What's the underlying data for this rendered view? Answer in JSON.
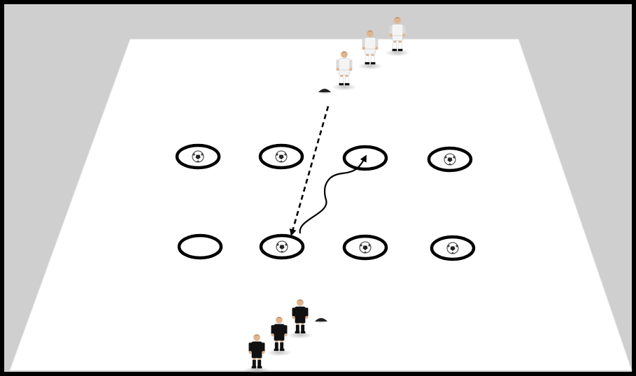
{
  "diagram": {
    "kind": "soccer-drill",
    "colors": {
      "frame": "#000000",
      "background": "#cfcfcf",
      "field": "#ffffff",
      "lines": "#000000",
      "player_white": "#f4f4f4",
      "player_dark": "#111111"
    },
    "icons": {
      "ball": "soccer-ball-icon",
      "cone": "marker-cone-icon",
      "player": "player-figure-icon"
    },
    "grid": {
      "rows": 2,
      "cols": 4,
      "balls": [
        [
          true,
          true,
          false,
          true
        ],
        [
          false,
          true,
          true,
          true
        ]
      ]
    },
    "team_white": {
      "players": 3
    },
    "team_dark": {
      "players": 3
    },
    "actions": [
      {
        "type": "pass",
        "style": "dashed",
        "from": "white-cone",
        "to": "hoop-r2c2"
      },
      {
        "type": "dribble",
        "style": "wavy",
        "from": "hoop-r2c2",
        "to": "hoop-r1c3"
      }
    ]
  }
}
